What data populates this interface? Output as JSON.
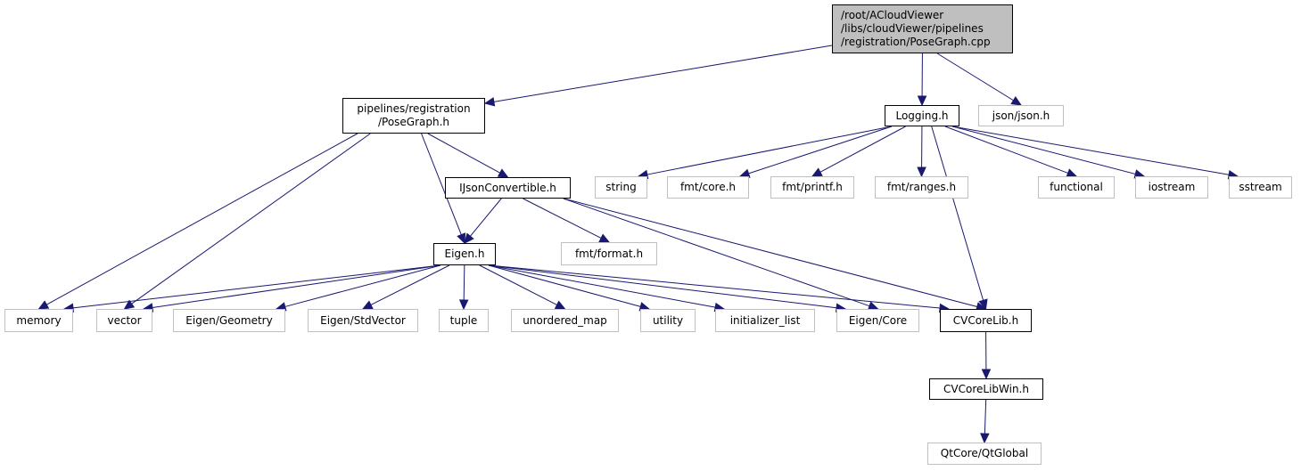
{
  "colors": {
    "edge": "#191970",
    "root_fill": "#bfbfbf",
    "local_border": "#000000",
    "external_border": "#bfbfbf"
  },
  "nodes": {
    "root": {
      "lines": [
        "/root/ACloudViewer",
        "/libs/cloudViewer/pipelines",
        "/registration/PoseGraph.cpp"
      ],
      "kind": "root"
    },
    "posegraph": {
      "lines": [
        "pipelines/registration",
        "/PoseGraph.h"
      ],
      "kind": "local"
    },
    "logging": {
      "lines": [
        "Logging.h"
      ],
      "kind": "local"
    },
    "json": {
      "lines": [
        "json/json.h"
      ],
      "kind": "ext"
    },
    "string": {
      "lines": [
        "string"
      ],
      "kind": "ext"
    },
    "fmtcore": {
      "lines": [
        "fmt/core.h"
      ],
      "kind": "ext"
    },
    "fmtprintf": {
      "lines": [
        "fmt/printf.h"
      ],
      "kind": "ext"
    },
    "fmtranges": {
      "lines": [
        "fmt/ranges.h"
      ],
      "kind": "ext"
    },
    "functional": {
      "lines": [
        "functional"
      ],
      "kind": "ext"
    },
    "iostream": {
      "lines": [
        "iostream"
      ],
      "kind": "ext"
    },
    "sstream": {
      "lines": [
        "sstream"
      ],
      "kind": "ext"
    },
    "ijson": {
      "lines": [
        "IJsonConvertible.h"
      ],
      "kind": "local"
    },
    "fmtformat": {
      "lines": [
        "fmt/format.h"
      ],
      "kind": "ext"
    },
    "eigen": {
      "lines": [
        "Eigen.h"
      ],
      "kind": "local"
    },
    "memory": {
      "lines": [
        "memory"
      ],
      "kind": "ext"
    },
    "vector": {
      "lines": [
        "vector"
      ],
      "kind": "ext"
    },
    "geometry": {
      "lines": [
        "Eigen/Geometry"
      ],
      "kind": "ext"
    },
    "stdvector": {
      "lines": [
        "Eigen/StdVector"
      ],
      "kind": "ext"
    },
    "tuple": {
      "lines": [
        "tuple"
      ],
      "kind": "ext"
    },
    "umap": {
      "lines": [
        "unordered_map"
      ],
      "kind": "ext"
    },
    "utility": {
      "lines": [
        "utility"
      ],
      "kind": "ext"
    },
    "initlist": {
      "lines": [
        "initializer_list"
      ],
      "kind": "ext"
    },
    "eigencore": {
      "lines": [
        "Eigen/Core"
      ],
      "kind": "ext"
    },
    "cvcorelib": {
      "lines": [
        "CVCoreLib.h"
      ],
      "kind": "local"
    },
    "cvcorelibwin": {
      "lines": [
        "CVCoreLibWin.h"
      ],
      "kind": "local"
    },
    "qtglobal": {
      "lines": [
        "QtCore/QtGlobal"
      ],
      "kind": "ext"
    }
  },
  "edges": [
    [
      "root",
      "posegraph"
    ],
    [
      "root",
      "logging"
    ],
    [
      "root",
      "json"
    ],
    [
      "posegraph",
      "memory"
    ],
    [
      "posegraph",
      "vector"
    ],
    [
      "posegraph",
      "eigen"
    ],
    [
      "posegraph",
      "ijson"
    ],
    [
      "logging",
      "string"
    ],
    [
      "logging",
      "fmtcore"
    ],
    [
      "logging",
      "fmtprintf"
    ],
    [
      "logging",
      "fmtranges"
    ],
    [
      "logging",
      "cvcorelib"
    ],
    [
      "logging",
      "functional"
    ],
    [
      "logging",
      "iostream"
    ],
    [
      "logging",
      "sstream"
    ],
    [
      "ijson",
      "eigen"
    ],
    [
      "ijson",
      "fmtformat"
    ],
    [
      "ijson",
      "cvcorelib"
    ],
    [
      "ijson",
      "eigencore"
    ],
    [
      "eigen",
      "memory"
    ],
    [
      "eigen",
      "vector"
    ],
    [
      "eigen",
      "geometry"
    ],
    [
      "eigen",
      "stdvector"
    ],
    [
      "eigen",
      "tuple"
    ],
    [
      "eigen",
      "umap"
    ],
    [
      "eigen",
      "utility"
    ],
    [
      "eigen",
      "initlist"
    ],
    [
      "eigen",
      "eigencore"
    ],
    [
      "eigen",
      "cvcorelib"
    ],
    [
      "cvcorelib",
      "cvcorelibwin"
    ],
    [
      "cvcorelibwin",
      "qtglobal"
    ]
  ]
}
